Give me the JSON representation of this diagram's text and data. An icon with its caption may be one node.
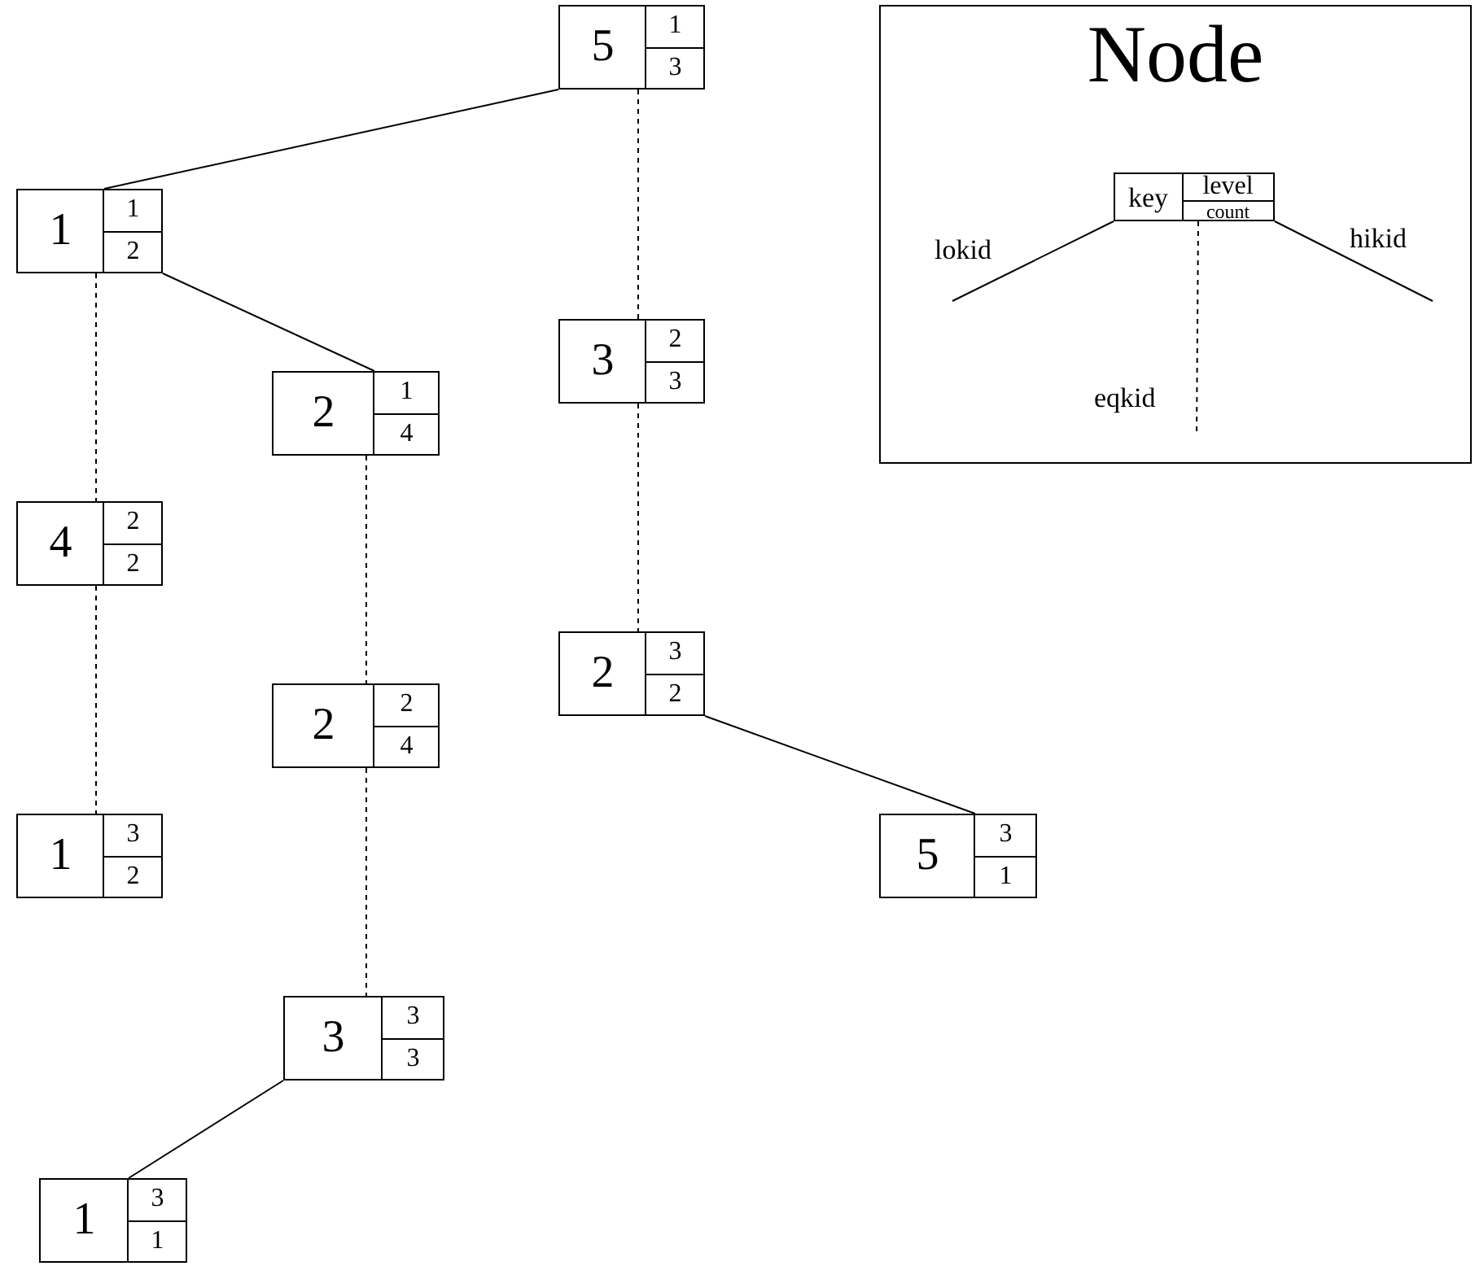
{
  "diagram": {
    "nodes": [
      {
        "text": [
          "5",
          "1",
          "3"
        ]
      },
      {
        "text": [
          "1",
          "1",
          "2"
        ]
      },
      {
        "text": [
          "2",
          "1",
          "4"
        ]
      },
      {
        "text": [
          "3",
          "2",
          "3"
        ]
      },
      {
        "text": [
          "4",
          "2",
          "2"
        ]
      },
      {
        "text": [
          "2",
          "2",
          "4"
        ]
      },
      {
        "text": [
          "2",
          "3",
          "2"
        ]
      },
      {
        "text": [
          "1",
          "3",
          "2"
        ]
      },
      {
        "text": [
          "5",
          "3",
          "1"
        ]
      },
      {
        "text": [
          "3",
          "3",
          "3"
        ]
      },
      {
        "text": [
          "1",
          "3",
          "1"
        ]
      },
      {
        "text": [
          "Node"
        ]
      },
      {
        "text": [
          "key",
          "level",
          "count"
        ],
        "in": 11
      }
    ],
    "edges": [
      {
        "from": 0,
        "to": 1,
        "arrow": "none"
      },
      {
        "from": 0,
        "to": 3,
        "arrow": "none",
        "style": "dashed"
      },
      {
        "from": 1,
        "to": 4,
        "arrow": "none",
        "style": "dashed"
      },
      {
        "from": 1,
        "to": 2,
        "arrow": "none"
      },
      {
        "from": 2,
        "to": 5,
        "arrow": "none",
        "style": "dashed"
      },
      {
        "from": 3,
        "to": 6,
        "arrow": "none",
        "style": "dashed"
      },
      {
        "from": 4,
        "to": 7,
        "arrow": "none",
        "style": "dashed"
      },
      {
        "from": 5,
        "to": 9,
        "arrow": "none",
        "style": "dashed"
      },
      {
        "from": 6,
        "to": 8,
        "arrow": "none"
      },
      {
        "from": 9,
        "to": 10,
        "arrow": "none"
      },
      {
        "from": 12,
        "to": null,
        "arrow": "none",
        "label": "lokid"
      },
      {
        "from": 12,
        "to": null,
        "arrow": "none",
        "label": "hikid"
      },
      {
        "from": 12,
        "to": null,
        "arrow": "none",
        "label": "eqkid",
        "style": "dashed"
      }
    ]
  }
}
